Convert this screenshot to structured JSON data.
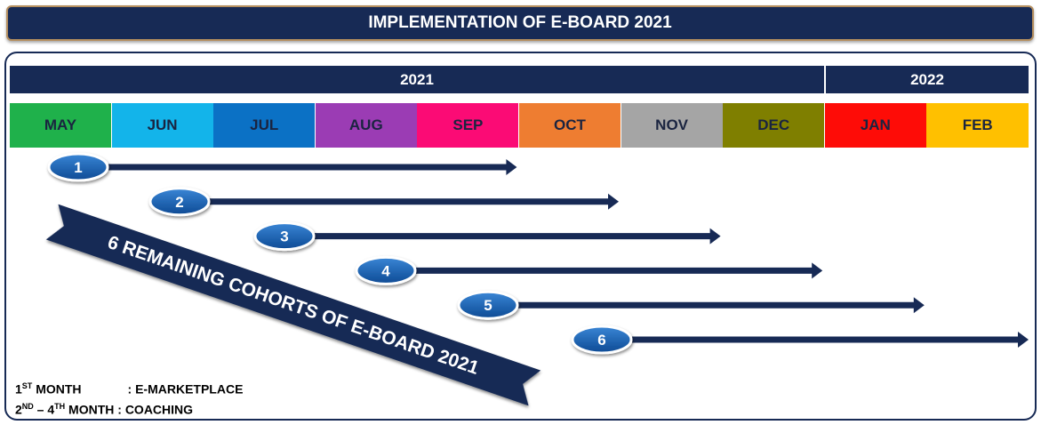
{
  "title": "IMPLEMENTATION OF E-BOARD 2021",
  "years": [
    {
      "label": "2021"
    },
    {
      "label": "2022"
    }
  ],
  "months": [
    {
      "label": "MAY",
      "color": "#1fb14b"
    },
    {
      "label": "JUN",
      "color": "#13b4ea"
    },
    {
      "label": "JUL",
      "color": "#0b71c5"
    },
    {
      "label": "AUG",
      "color": "#9b3cb4"
    },
    {
      "label": "SEP",
      "color": "#fb0b75"
    },
    {
      "label": "OCT",
      "color": "#ee7d31"
    },
    {
      "label": "NOV",
      "color": "#a5a5a5"
    },
    {
      "label": "DEC",
      "color": "#7f7f00"
    },
    {
      "label": "JAN",
      "color": "#fe0c07"
    },
    {
      "label": "FEB",
      "color": "#ffc000"
    }
  ],
  "cohorts": [
    {
      "label": "1",
      "start_month": "MAY",
      "end_month": "SEP"
    },
    {
      "label": "2",
      "start_month": "JUN",
      "end_month": "OCT"
    },
    {
      "label": "3",
      "start_month": "JUL",
      "end_month": "NOV"
    },
    {
      "label": "4",
      "start_month": "AUG",
      "end_month": "DEC"
    },
    {
      "label": "5",
      "start_month": "SEP",
      "end_month": "JAN"
    },
    {
      "label": "6",
      "start_month": "OCT",
      "end_month": "FEB"
    }
  ],
  "banner_text": "6 REMAINING COHORTS OF E-BOARD 2021",
  "legend": [
    {
      "term": "1",
      "term_sup": "ST",
      "term_rest": " MONTH",
      "sep": ": E-MARKETPLACE"
    },
    {
      "term": "2",
      "term_sup": "ND",
      "term_mid": " – 4",
      "term_sup2": "TH",
      "term_rest": " MONTH",
      "sep": ": COACHING"
    }
  ],
  "colors": {
    "navy": "#172a55",
    "badge": "#1a5ba8",
    "title_border": "#b58f5f"
  }
}
